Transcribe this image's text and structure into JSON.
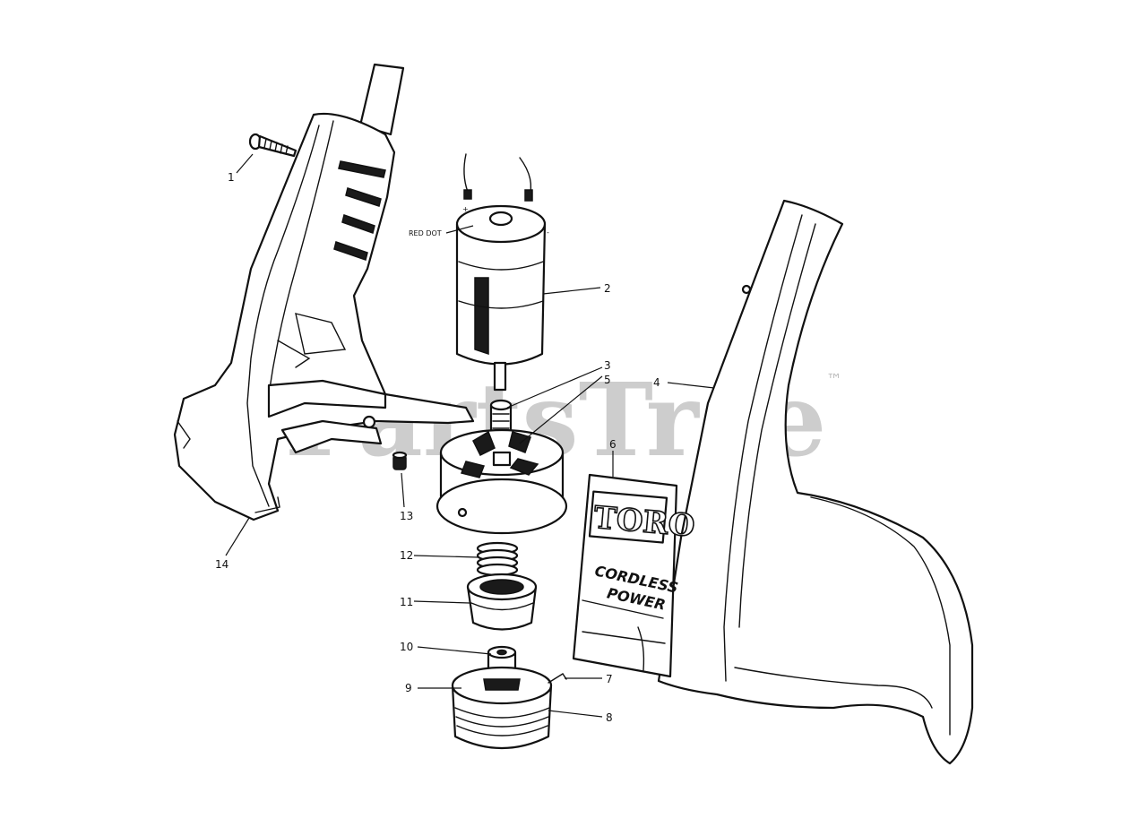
{
  "watermark": {
    "text": "PartsTree",
    "trademark": "™"
  },
  "labels": {
    "red_dot": "RED DOT",
    "plus_sign": "+",
    "minus_sign": "-"
  },
  "decal": {
    "brand": "TORO",
    "line1": "CORDLESS",
    "line2": "POWER"
  },
  "callouts": [
    "1",
    "2",
    "3",
    "4",
    "5",
    "6",
    "7",
    "8",
    "9",
    "10",
    "11",
    "12",
    "13",
    "14"
  ]
}
